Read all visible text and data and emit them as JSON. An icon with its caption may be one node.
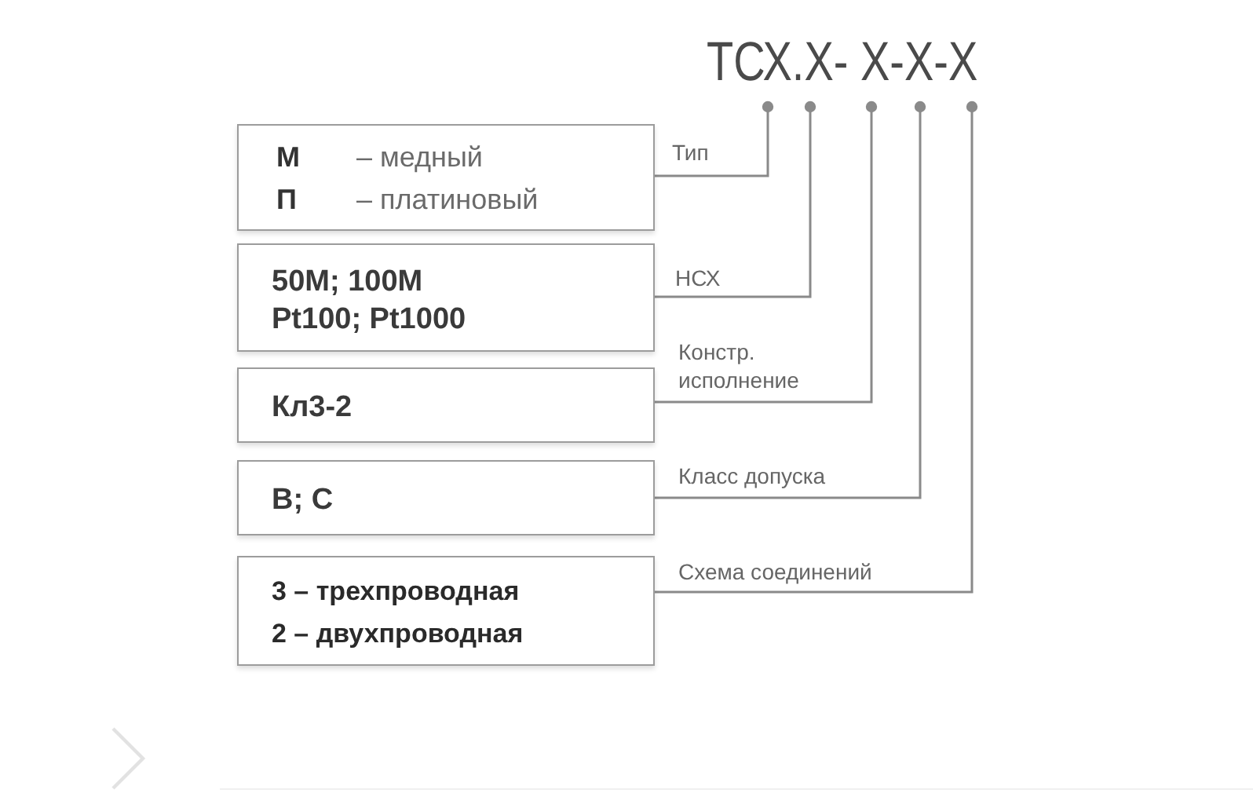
{
  "diagram": {
    "nodes": [
      {
        "text": [
          "ТСХ.Х- Х-Х-Х"
        ]
      },
      {
        "text": [
          "**М** – медный",
          "**П** – платиновый"
        ]
      },
      {
        "text": [
          "50М; 100М",
          "Pt100; Pt1000"
        ]
      },
      {
        "text": [
          "Кл3-2"
        ]
      },
      {
        "text": [
          "B; C"
        ]
      },
      {
        "text": [
          "3 – трехпроводная",
          "2 – двухпроводная"
        ]
      }
    ],
    "edges": [
      {
        "from": 1,
        "to": 0,
        "arrow": "other",
        "label": "Тип"
      },
      {
        "from": 2,
        "to": 0,
        "arrow": "other",
        "label": "НСХ"
      },
      {
        "from": 3,
        "to": 0,
        "arrow": "other",
        "label": "Констр. исполнение"
      },
      {
        "from": 4,
        "to": 0,
        "arrow": "other",
        "label": "Класс допуска"
      },
      {
        "from": 5,
        "to": 0,
        "arrow": "other",
        "label": "Схема соединений"
      }
    ]
  }
}
